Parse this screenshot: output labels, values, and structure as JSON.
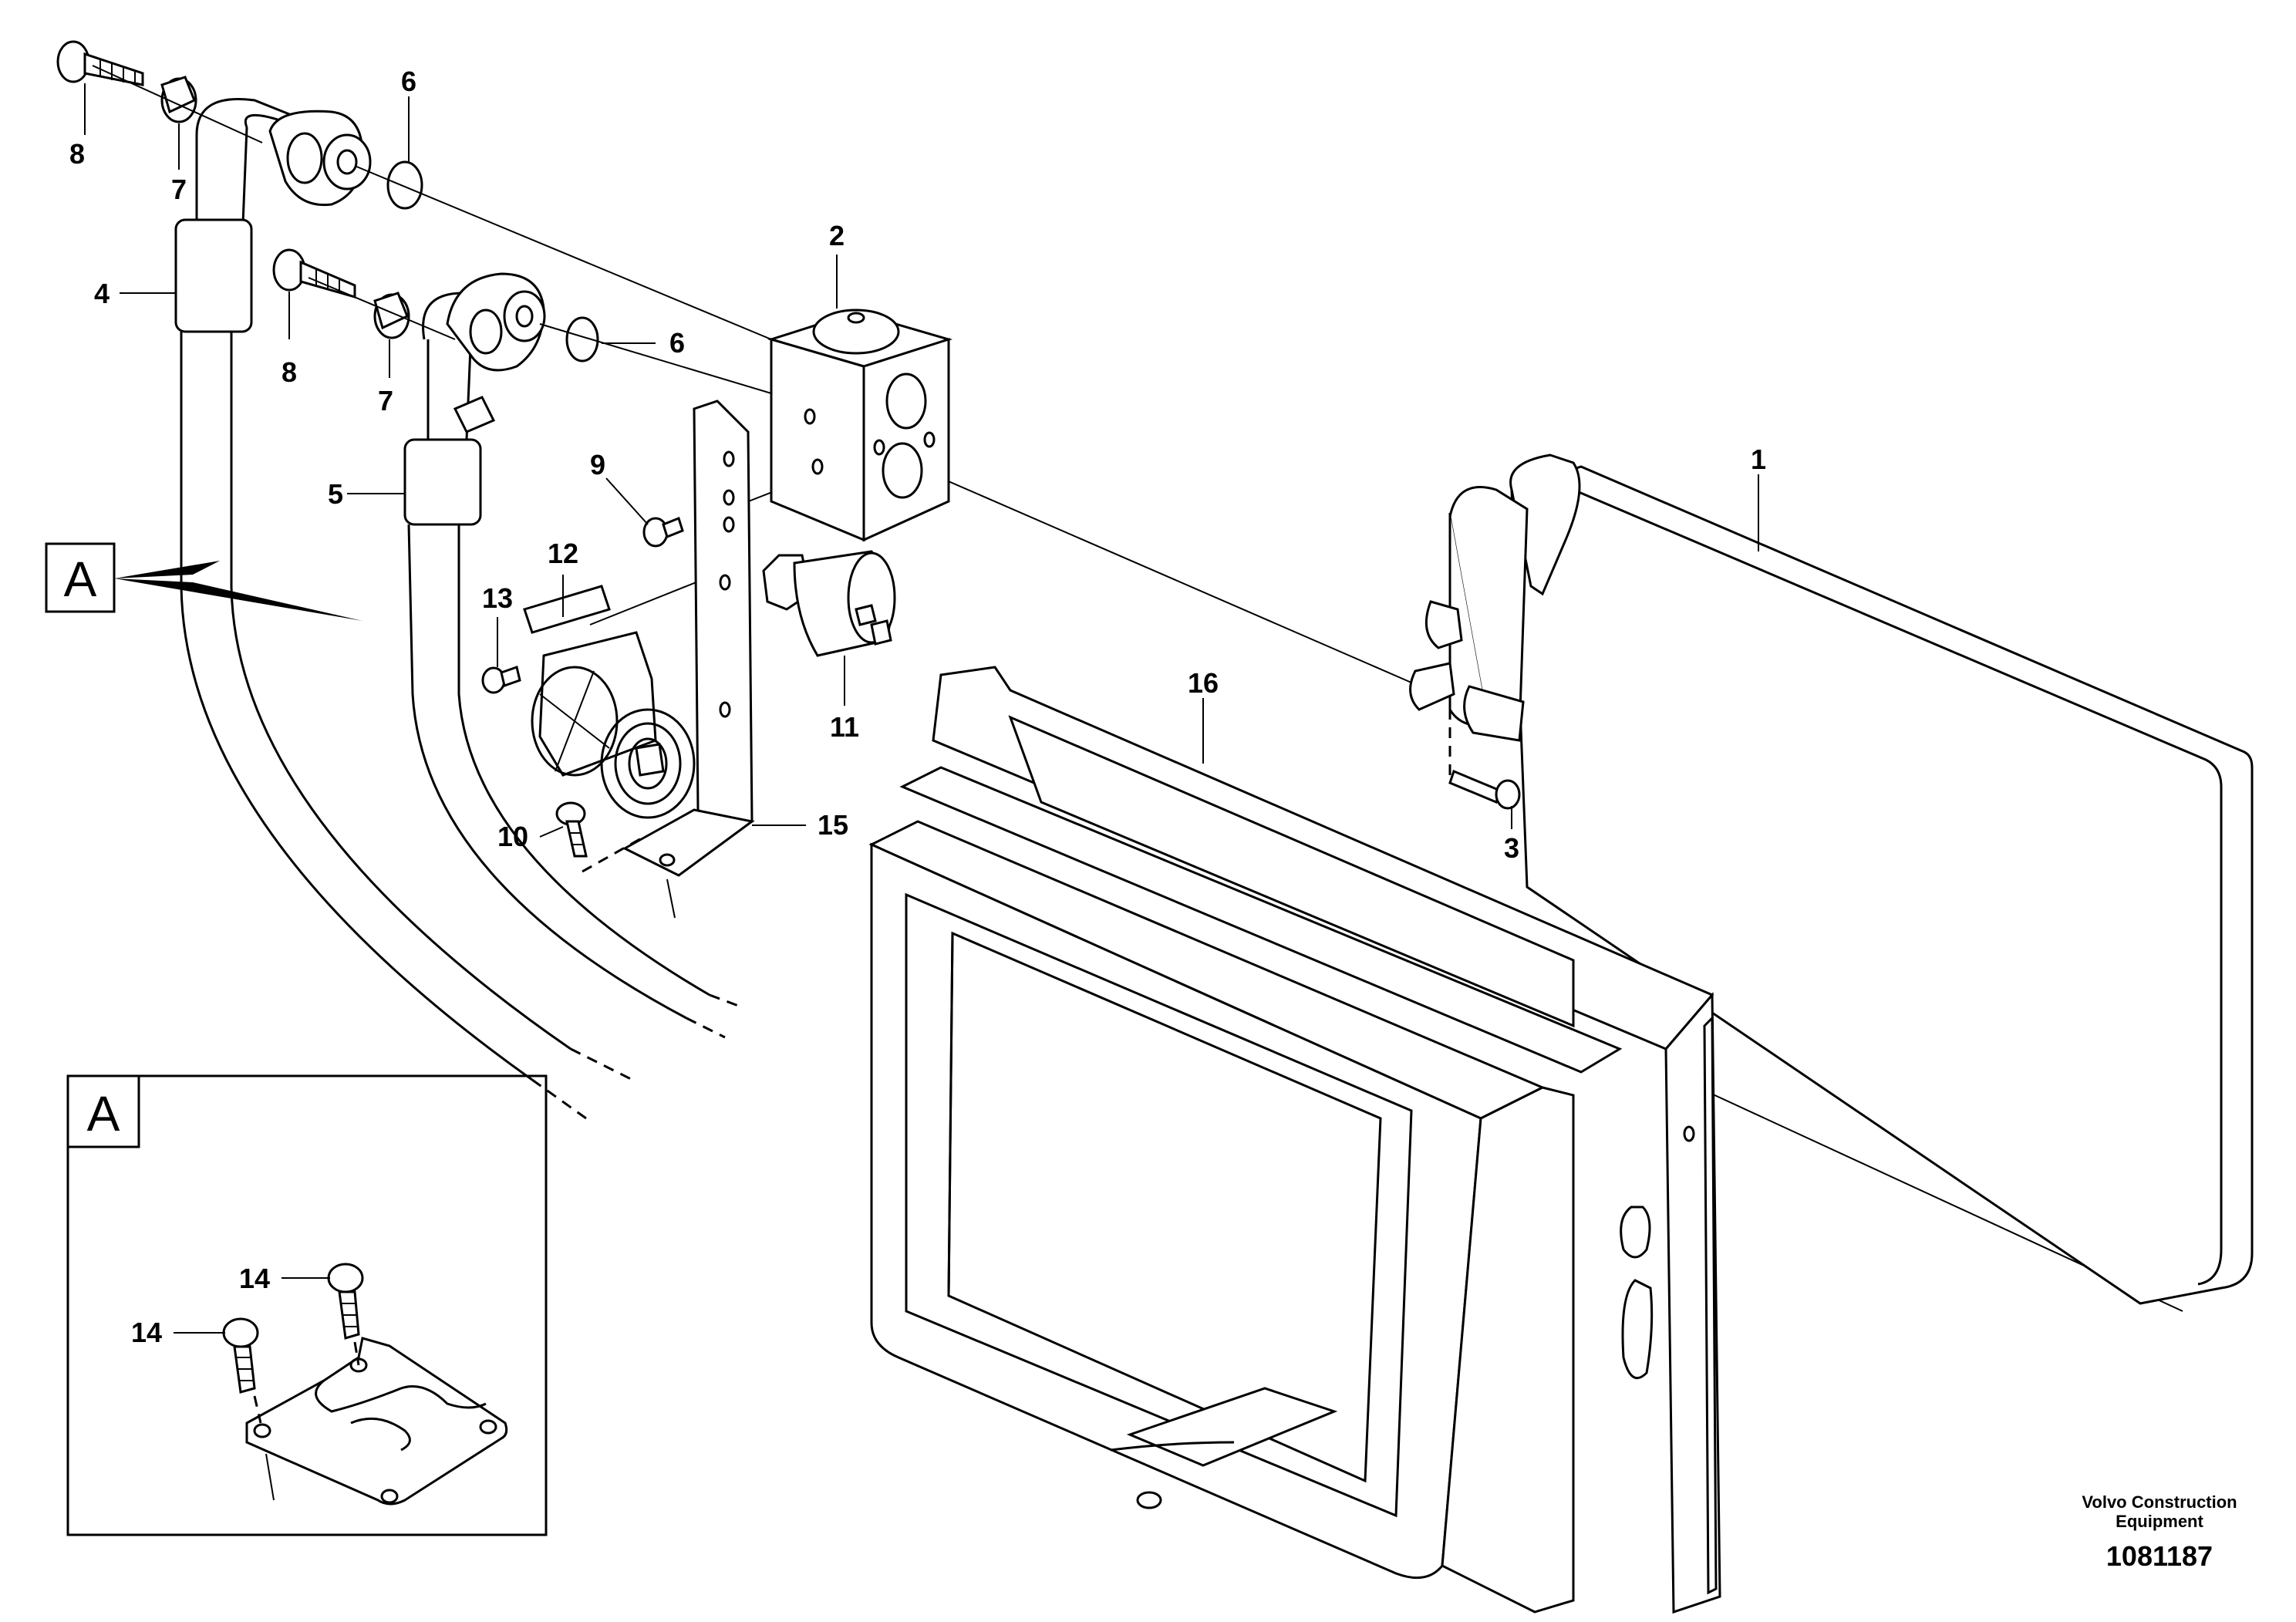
{
  "callouts": {
    "p1": "1",
    "p2": "2",
    "p3": "3",
    "p4": "4",
    "p5": "5",
    "p6a": "6",
    "p6b": "6",
    "p7a": "7",
    "p7b": "7",
    "p8a": "8",
    "p8b": "8",
    "p9": "9",
    "p10": "10",
    "p11": "11",
    "p12": "12",
    "p13": "13",
    "p14a": "14",
    "p14b": "14",
    "p15": "15",
    "p16": "16"
  },
  "detail_view": {
    "pointer_label": "A",
    "inset_label": "A"
  },
  "footer": {
    "brand_line1": "Volvo Construction",
    "brand_line2": "Equipment",
    "drawing_number": "1081187"
  }
}
